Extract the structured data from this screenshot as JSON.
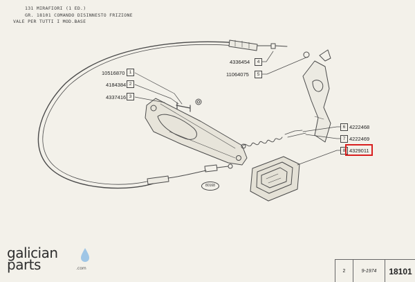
{
  "header": {
    "line1": "131 MIRAFIORI (1 ED.)",
    "line2": "GR. 18101    COMANDO DISINNESTO FRIZIONE",
    "line3": "VALE PER TUTTI I MOD.BASE"
  },
  "parts": [
    {
      "ref": "1",
      "number": "10516870"
    },
    {
      "ref": "2",
      "number": "4184384"
    },
    {
      "ref": "3",
      "number": "4337416"
    },
    {
      "ref": "4",
      "number": "4336454"
    },
    {
      "ref": "5",
      "number": "11064075"
    },
    {
      "ref": "6",
      "number": "4222468"
    },
    {
      "ref": "7",
      "number": "4222469"
    },
    {
      "ref": "8",
      "number": "4329011"
    }
  ],
  "highlight": {
    "part_ref": "8",
    "color": "#d81e1e"
  },
  "figure_code": "80168",
  "footer": {
    "sheet": "2",
    "date": "9-1974",
    "group": "18101"
  },
  "logo": {
    "line1": "galician",
    "line2": "parts",
    "domain": ".com",
    "accent": "#9fc6e6"
  }
}
